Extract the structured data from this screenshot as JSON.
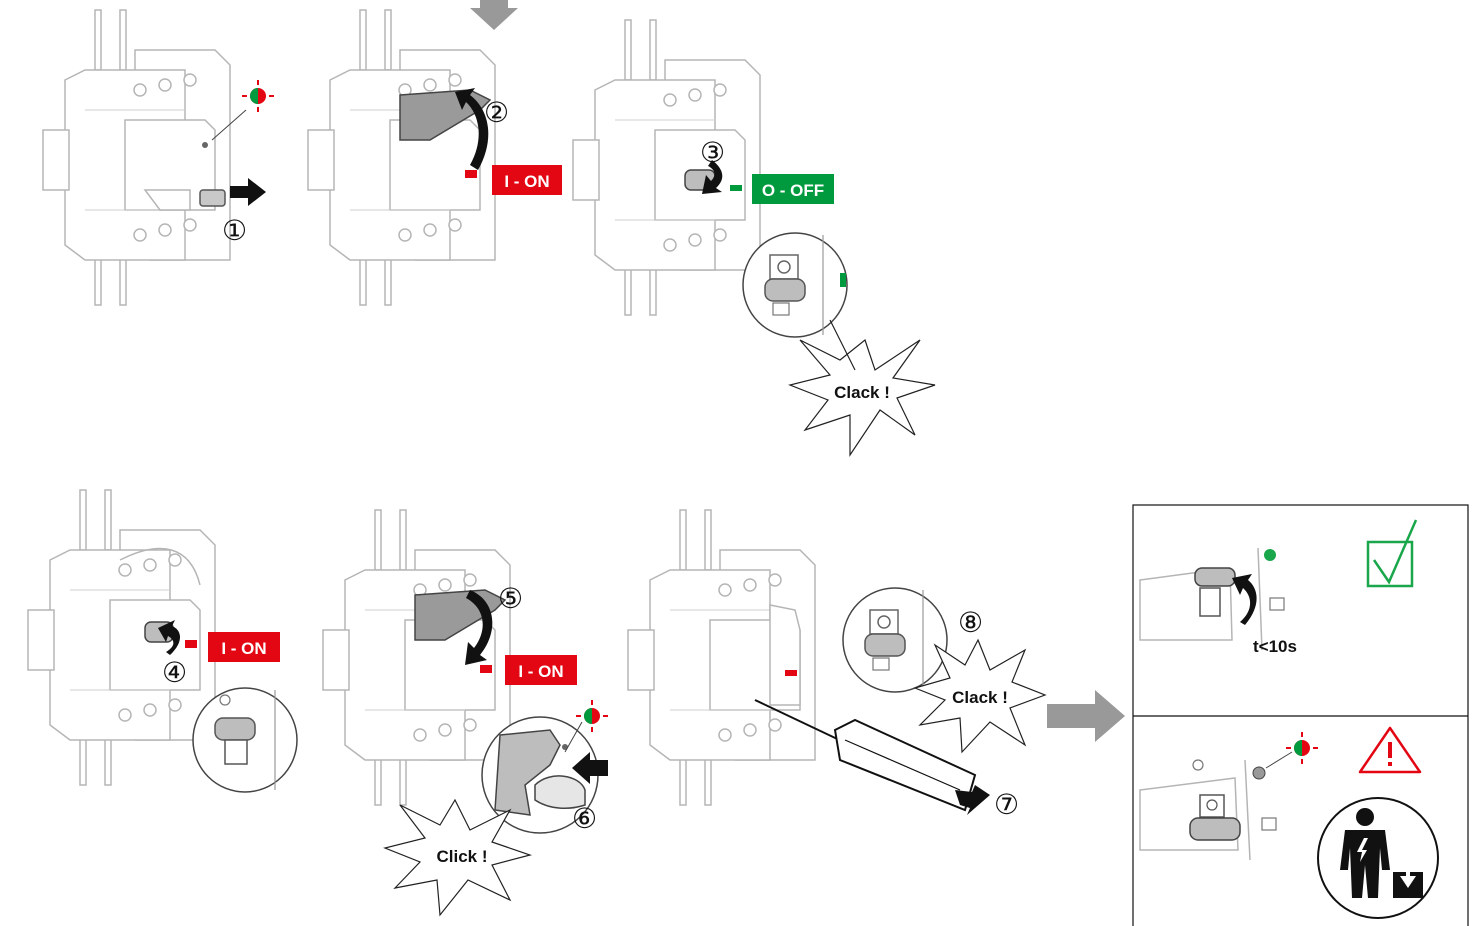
{
  "labels": {
    "on": "I - ON",
    "off": "O - OFF",
    "clack": "Clack !",
    "click": "Click !",
    "timer": "t<10s"
  },
  "steps": [
    "①",
    "②",
    "③",
    "④",
    "⑤",
    "⑥",
    "⑦",
    "⑧"
  ],
  "colors": {
    "on_red": "#e30613",
    "off_green": "#009a3e",
    "check_green": "#1aa64a",
    "warn_red": "#e30613",
    "arrow_gray": "#999999",
    "line": "#b5b5b5",
    "handle": "#9a9a9a"
  },
  "icons": [
    "indicator-light-icon",
    "check-box-icon",
    "warning-triangle-icon",
    "electrician-icon",
    "push-arrow-icon",
    "screwdriver-icon"
  ]
}
